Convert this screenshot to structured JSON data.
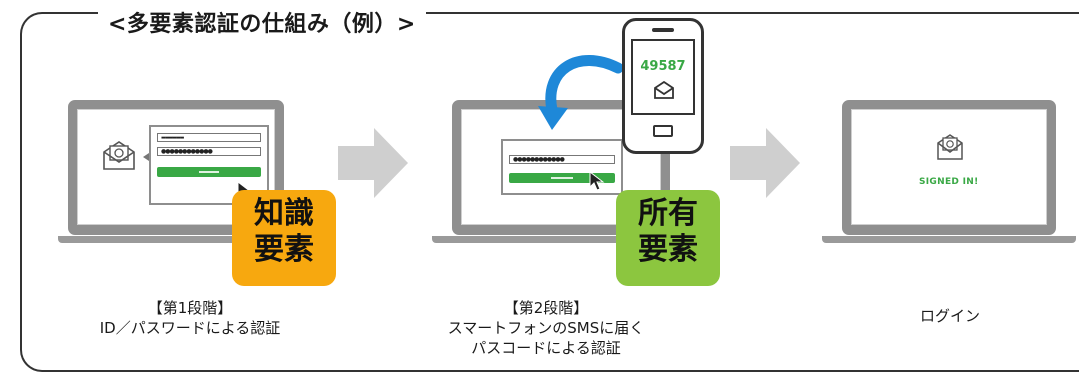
{
  "title": "<多要素認証の仕組み（例）>",
  "phone_code": "49587",
  "signed_in_text": "SIGNED IN!",
  "badges": {
    "knowledge": {
      "line1": "知識",
      "line2": "要素",
      "color": "#f7a80f"
    },
    "possession": {
      "line1": "所有",
      "line2": "要素",
      "color": "#8cc63f"
    }
  },
  "steps": [
    {
      "line1": "【第1段階】",
      "line2": "ID／パスワードによる認証",
      "line3": ""
    },
    {
      "line1": "【第2段階】",
      "line2": "スマートフォンのSMSに届く",
      "line3": "パスコードによる認証"
    },
    {
      "line1": "ログイン",
      "line2": "",
      "line3": ""
    }
  ],
  "colors": {
    "accent_green": "#39a845",
    "arrow_gray": "#cfcfcf",
    "laptop_gray": "#8f8f8f",
    "curve_blue": "#1e88d8"
  }
}
